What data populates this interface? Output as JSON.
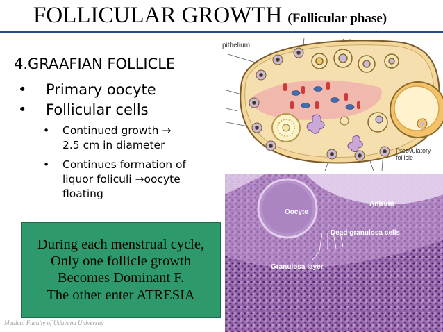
{
  "header": {
    "title": "FOLLICULAR GROWTH",
    "subtitle": "(Follicular phase)"
  },
  "content": {
    "heading": "4.GRAAFIAN FOLLICLE",
    "bullets": [
      "Primary oocyte",
      "Follicular cells"
    ],
    "sub_bullets": [
      {
        "lines": [
          "Continued growth →",
          "2.5 cm in diameter"
        ]
      },
      {
        "lines": [
          "Continues formation of",
          "liquor foliculi →oocyte",
          "floating"
        ]
      }
    ]
  },
  "callout": {
    "lines": [
      "During each menstrual cycle,",
      "Only one follicle growth",
      "Becomes Dominant F.",
      "The other enter ATRESIA"
    ]
  },
  "diagram": {
    "top_label": "pithelium",
    "preovulatory_label_1": "Preovulatory",
    "preovulatory_label_2": "follicle"
  },
  "micrograph": {
    "oocyte_label": "Oocyte",
    "antrum_label": "Antrum",
    "dead_granulosa_label": "Dead granulosa cells",
    "granulosa_layer_label": "Granulosa layer"
  },
  "footer": "Medical Faculty of Udayana University",
  "colors": {
    "header_rule": "#2a4b8c",
    "callout_bg": "#2e9a6c"
  }
}
